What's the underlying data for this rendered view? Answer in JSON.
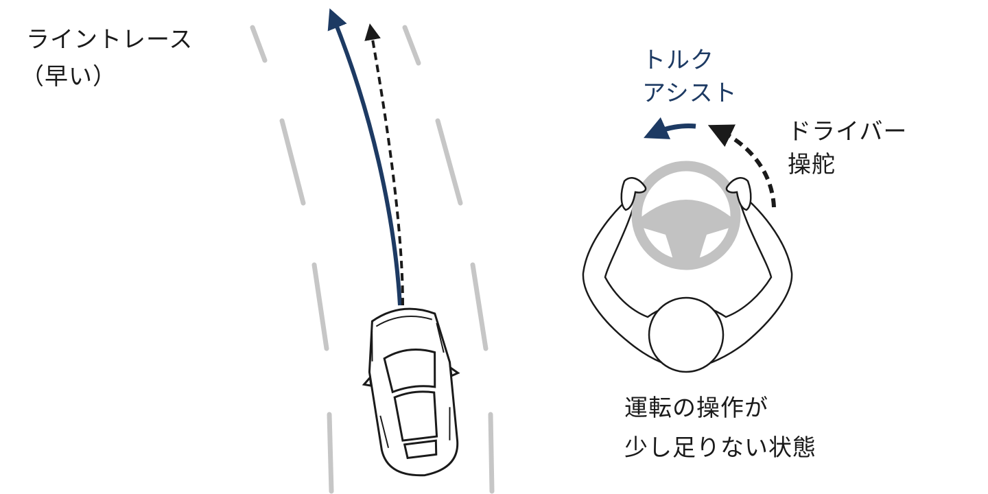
{
  "labels": {
    "title": "ライントレース",
    "subtitle": "（早い）",
    "torque_assist": [
      "トルク",
      "アシスト"
    ],
    "driver_steering": [
      "ドライバー",
      "操舵"
    ],
    "state": [
      "運転の操作が",
      "少し足りない状態"
    ]
  },
  "colors": {
    "assist_path": "#1d3a63",
    "driver_path": "#1a1a1a",
    "lane_lines": "#c6c6c6",
    "steering_wheel": "#c2c2c2"
  },
  "icons": {
    "vehicle": "car-top-view-icon",
    "driver": "driver-top-view-icon",
    "wheel": "steering-wheel-icon"
  }
}
